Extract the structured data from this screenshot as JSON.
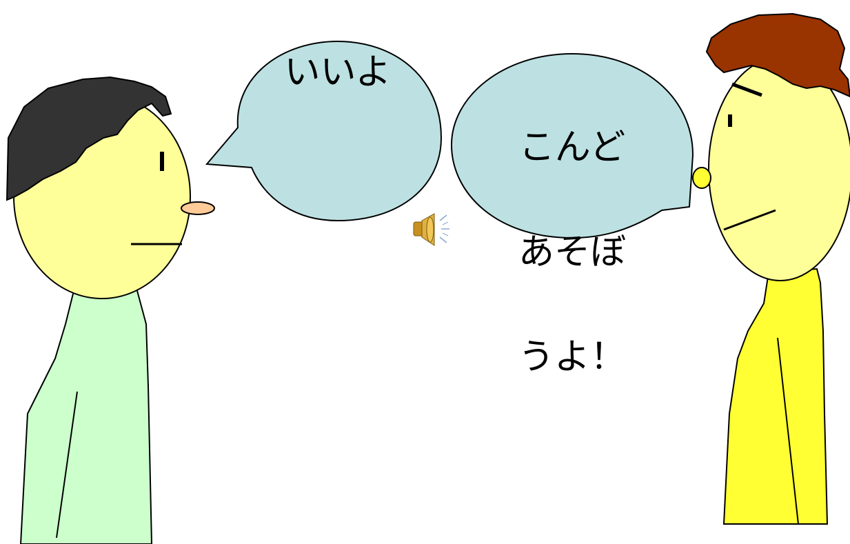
{
  "scene": {
    "left_speech": "いいよ",
    "right_speech_lines": [
      "こんど",
      "あそぼ",
      "うよ！"
    ],
    "colors": {
      "bubble_fill": "#bde1e2",
      "face_fill": "#ffff99",
      "left_shirt": "#ccffcc",
      "right_shirt": "#ffff33",
      "left_hair": "#333333",
      "right_hair": "#993300",
      "left_nose": "#ffcc99",
      "right_nose": "#ffff33"
    },
    "icons": {
      "speaker": "speaker-icon"
    }
  }
}
